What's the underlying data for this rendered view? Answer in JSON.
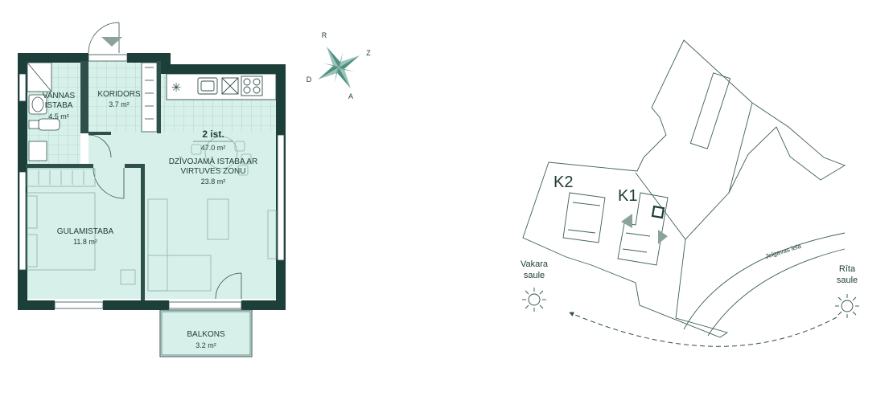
{
  "colors": {
    "wall": "#1c3f3a",
    "room_fill": "#d7f0ea",
    "line": "#2f4f4a",
    "site_line": "#3f5f59",
    "arrow_fill": "#8aa39c",
    "text": "#1f3b36"
  },
  "floor_plan": {
    "unit": {
      "label": "2 ist.",
      "area": "47.0 m²"
    },
    "rooms": [
      {
        "id": "bathroom",
        "name_line1": "VANNAS",
        "name_line2": "ISTABA",
        "area": "4.5 m²"
      },
      {
        "id": "corridor",
        "name_line1": "KORIDORS",
        "name_line2": "",
        "area": "3.7 m²"
      },
      {
        "id": "living",
        "name_line1": "DZĪVOJAMĀ ISTABA AR",
        "name_line2": "VIRTUVES ZONU",
        "area": "23.8 m²"
      },
      {
        "id": "bedroom",
        "name_line1": "GULAMISTABA",
        "name_line2": "",
        "area": "11.8 m²"
      },
      {
        "id": "balcony",
        "name_line1": "BALKONS",
        "name_line2": "",
        "area": "3.2 m²"
      }
    ]
  },
  "compass": {
    "letters": {
      "top": "R",
      "right": "Z",
      "bottom_left": "D",
      "bottom_right": "A"
    },
    "icon": "compass-rose-icon"
  },
  "site_plan": {
    "buildings": [
      {
        "id": "k2",
        "label": "K2"
      },
      {
        "id": "k1",
        "label": "K1"
      }
    ],
    "street": "Jelgavas iela",
    "sunset": {
      "line1": "Vakara",
      "line2": "saule",
      "icon": "sun-icon"
    },
    "sunrise": {
      "line1": "Rīta",
      "line2": "saule",
      "icon": "sun-icon"
    }
  }
}
